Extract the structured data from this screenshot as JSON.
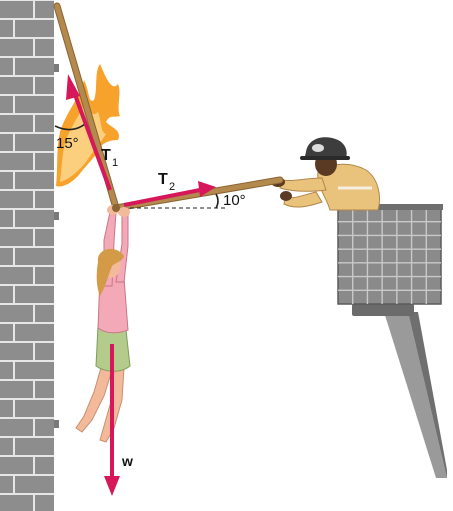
{
  "labels": {
    "angle_t1": "15°",
    "t1_letter": "T",
    "t1_sub": "1",
    "t2_letter": "T",
    "t2_sub": "2",
    "angle_t2": "10°",
    "weight": "w"
  },
  "colors": {
    "arrow": "#d6175a",
    "rope": "#b4894e",
    "brick_fill": "#8d8d8d",
    "brick_line": "#e6e6e6",
    "fire": "#f6a22b",
    "bucket": "#8a8a8a",
    "boom": "#9a9a9a",
    "skin": "#f2b99a",
    "shirt": "#f3a9b8",
    "shorts": "#b3cc8c",
    "hair": "#d39a48",
    "uniform": "#e9c27c",
    "helmet": "#3d3d3d",
    "firefighter_skin": "#5a3a22"
  },
  "icons": [
    "brick-wall",
    "flames",
    "girl-figure",
    "firefighter-figure",
    "rescue-bucket",
    "crane-boom"
  ]
}
